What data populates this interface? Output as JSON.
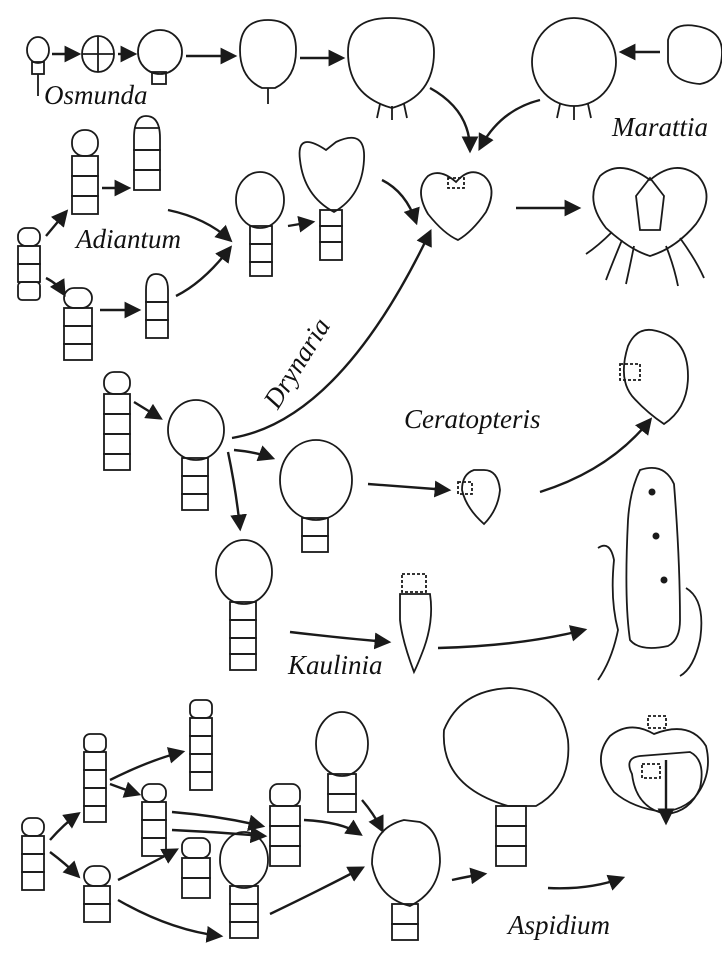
{
  "labels": {
    "osmunda": "Osmunda",
    "marattia": "Marattia",
    "adiantum": "Adiantum",
    "drynaria": "Drynaria",
    "ceratopteris": "Ceratopteris",
    "kaulinia": "Kaulinia",
    "aspidium": "Aspidium"
  },
  "colors": {
    "ink": "#1a1a1a",
    "background": "#ffffff"
  }
}
